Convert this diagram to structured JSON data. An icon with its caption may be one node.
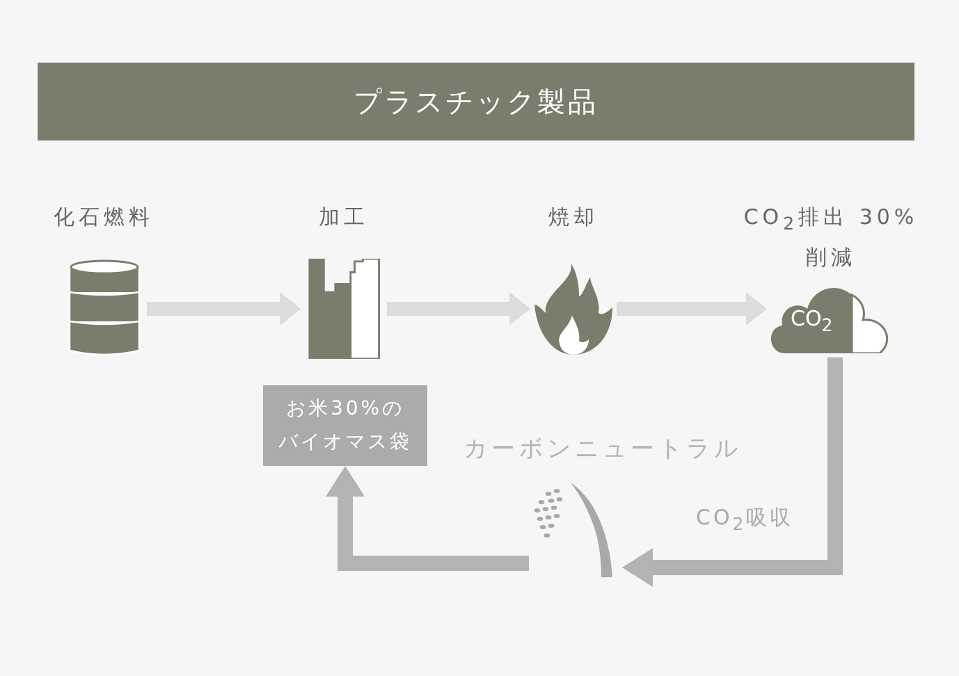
{
  "diagram": {
    "title": "プラスチック製品",
    "nodes": [
      {
        "text": [
          "化石燃料"
        ]
      },
      {
        "text": [
          "加工"
        ]
      },
      {
        "text": [
          "焼却"
        ]
      },
      {
        "text": [
          "CO$_{2}$排出 30%削減",
          "CO$_{2}$"
        ]
      },
      {
        "text": [
          "お米30%のバイオマス袋"
        ]
      },
      {
        "text": [],
        "shape": "picture"
      }
    ],
    "edges": [
      {
        "from": 0,
        "to": 1,
        "arrow": "to"
      },
      {
        "from": 1,
        "to": 2,
        "arrow": "to"
      },
      {
        "from": 2,
        "to": 3,
        "arrow": "to"
      },
      {
        "from": 3,
        "to": 5,
        "arrow": "to",
        "label": "CO$_{2}$吸収",
        "color": "#b3b3b3"
      },
      {
        "from": 5,
        "to": 4,
        "arrow": "to",
        "color": "#b3b3b3"
      }
    ],
    "labels": [
      "カーボンニュートラル"
    ]
  }
}
